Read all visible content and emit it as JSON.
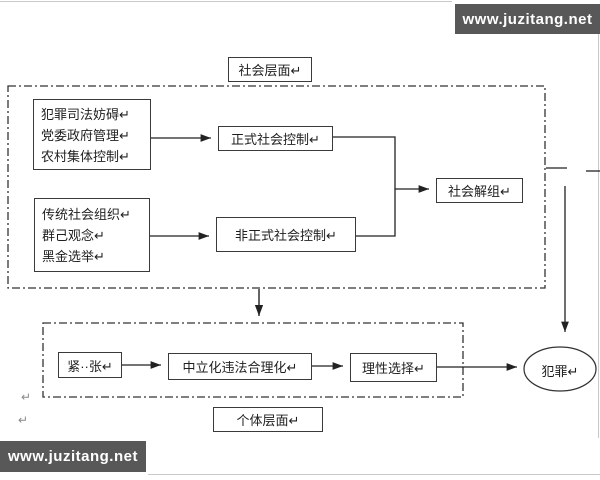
{
  "watermark": {
    "text": "www.juzitang.net"
  },
  "diagram": {
    "society_label": "社会层面↵",
    "individual_label": "个体层面↵",
    "formal_inputs": {
      "lines": [
        "犯罪司法妨碍↵",
        "党委政府管理↵",
        "农村集体控制↵"
      ]
    },
    "informal_inputs": {
      "lines": [
        "传统社会组织↵",
        "群己观念↵",
        "黑金选举↵"
      ]
    },
    "formal_control": "正式社会控制↵",
    "informal_control": "非正式社会控制↵",
    "social_disorganization": "社会解组↵",
    "strain": "紧··张↵",
    "neutralization": "中立化违法合理化↵",
    "rational_choice": "理性选择↵",
    "crime": "犯罪↵",
    "return_mark_1": "↵",
    "return_mark_2": "↵"
  },
  "colors": {
    "line": "#222222",
    "box_border": "#3a3a3a",
    "watermark_bg": "#585858",
    "watermark_text": "#ffffff"
  }
}
